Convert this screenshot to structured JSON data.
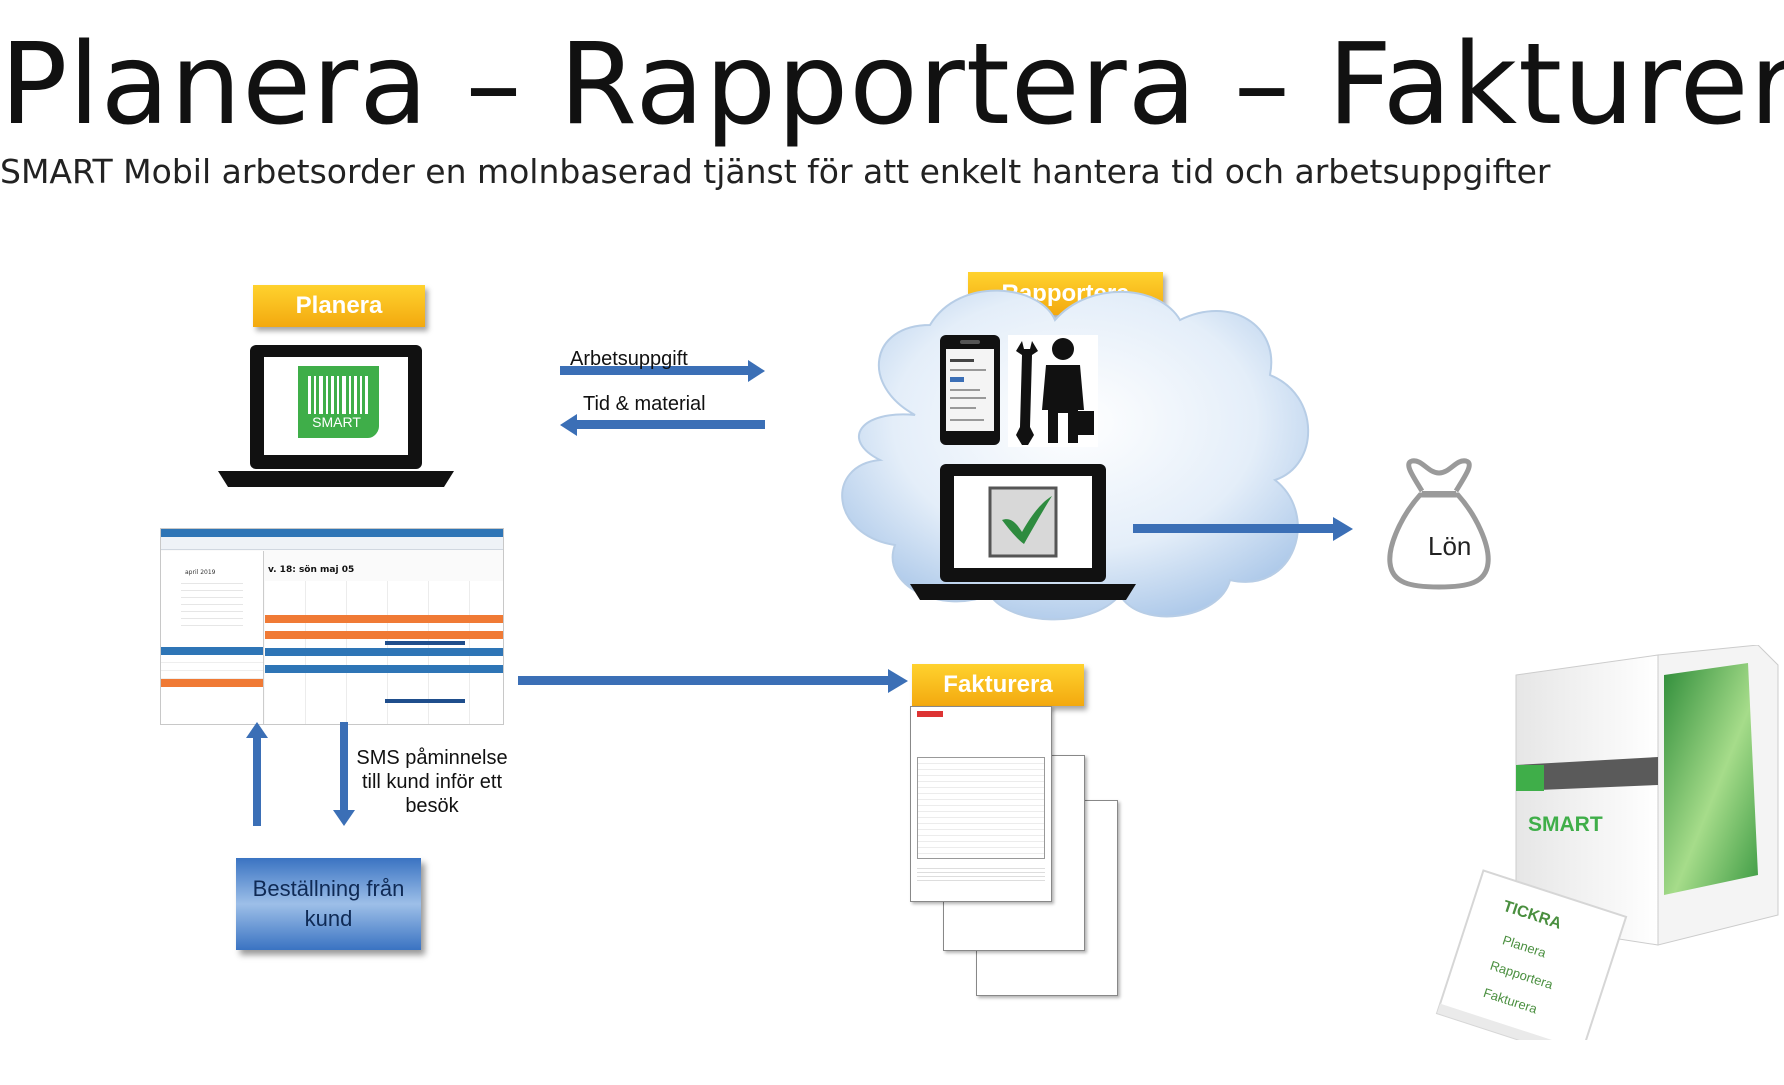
{
  "header": {
    "title": "Planera – Rapportera – Fakturera",
    "subtitle": "SMART Mobil arbetsorder en molnbaserad tjänst för att enkelt hantera tid och arbetsuppgifter"
  },
  "tags": {
    "planera": "Planera",
    "rapportera": "Rapportera",
    "fakturera": "Fakturera"
  },
  "planera": {
    "logo_text": "SMART",
    "arrow_to_cloud": "Arbetsuppgift",
    "arrow_from_cloud": "Tid & material",
    "sms_label": "SMS påminnelse till kund inför ett besök",
    "order_box": "Beställning från kund",
    "calendar_heading": "v. 18: sön maj 05",
    "calendar_month": "april 2019"
  },
  "payroll": {
    "label": "Lön"
  },
  "product_box": {
    "brand": "SMART",
    "card_brand": "TICKRA",
    "card_items": [
      "Planera",
      "Rapportera",
      "Fakturera"
    ]
  },
  "colors": {
    "accent_yellow": "#f5b417",
    "arrow_blue": "#3b6fb6",
    "smart_green": "#3fae49",
    "box_blue": "#4a82cc"
  }
}
